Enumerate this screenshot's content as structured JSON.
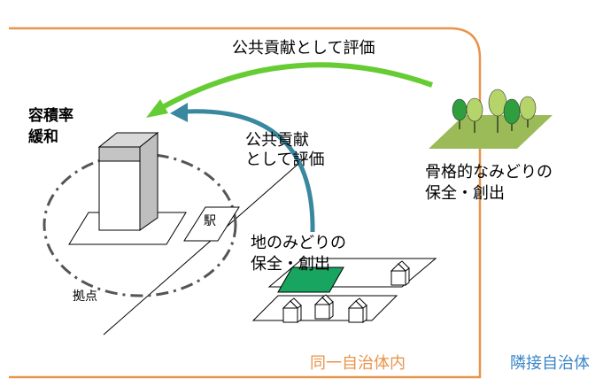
{
  "labels": {
    "green_arrow": "公共貢献として評価",
    "blue_arrow_line1": "公共貢献",
    "blue_arrow_line2": "として評価",
    "far_l1": "容積率",
    "far_l2": "緩和",
    "station": "駅",
    "hub": "拠点",
    "local_green_l1": "地のみどりの",
    "local_green_l2": "保全・創出",
    "backbone_green_l1": "骨格的なみどりの",
    "backbone_green_l2": "保全・創出",
    "same_municipality": "同一自治体内",
    "adjacent_municipality": "隣接自治体"
  },
  "colors": {
    "boundary": "#e8944a",
    "green_arrow": "#66cc33",
    "blue_arrow": "#3a87a0",
    "green_lot": "#17a55f",
    "forest_ground": "#9bbb59",
    "tree_light": "#b5d56a",
    "tree_dark": "#2e9e3e",
    "adjacent_text": "#3a86c8"
  }
}
